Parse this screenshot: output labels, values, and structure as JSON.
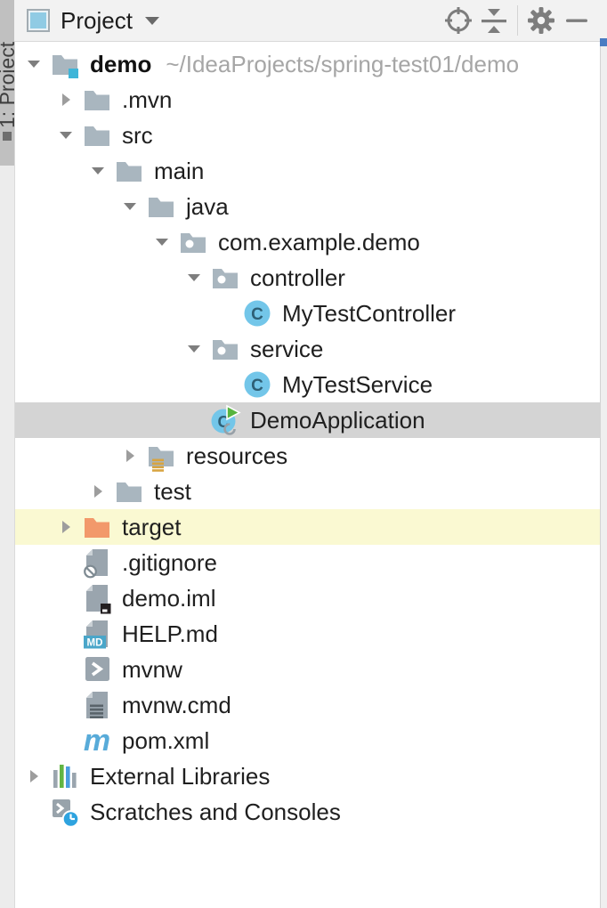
{
  "stripe": {
    "tab_label": "1: Project"
  },
  "toolbar": {
    "title": "Project",
    "window_icon": "tool-window-icon",
    "dropdown_icon": "chevron-down-icon",
    "buttons": [
      {
        "icon": "locate-icon"
      },
      {
        "icon": "collapse-all-icon"
      },
      {
        "icon": "settings-gear-icon"
      },
      {
        "icon": "hide-icon"
      }
    ]
  },
  "colors": {
    "selected_row": "#D4D4D4",
    "target_row_highlight": "#FAF9D2",
    "folder": "#A9B6BF",
    "excluded_folder_orange": "#F2996B",
    "class_circle_blue": "#73C6E9",
    "maven_blue": "#58ABD9",
    "run_arrow_green": "#57B43F",
    "project_badge_cyan": "#3FB5D8",
    "divider_notch_blue": "#4A7CC2"
  },
  "tree": {
    "rows": [
      {
        "label": "demo",
        "suffix": "~/IdeaProjects/spring-test01/demo",
        "bold": true,
        "level": 0,
        "arrow": "expanded",
        "icon": "project-folder-icon"
      },
      {
        "label": ".mvn",
        "level": 1,
        "arrow": "collapsed",
        "icon": "folder-icon"
      },
      {
        "label": "src",
        "level": 1,
        "arrow": "expanded",
        "icon": "folder-icon"
      },
      {
        "label": "main",
        "level": 2,
        "arrow": "expanded",
        "icon": "folder-icon"
      },
      {
        "label": "java",
        "level": 3,
        "arrow": "expanded",
        "icon": "folder-icon"
      },
      {
        "label": "com.example.demo",
        "level": 4,
        "arrow": "expanded",
        "icon": "package-folder-icon"
      },
      {
        "label": "controller",
        "level": 5,
        "arrow": "expanded",
        "icon": "package-folder-icon"
      },
      {
        "label": "MyTestController",
        "level": 6,
        "arrow": "none",
        "icon": "class-icon"
      },
      {
        "label": "service",
        "level": 5,
        "arrow": "expanded",
        "icon": "package-folder-icon"
      },
      {
        "label": "MyTestService",
        "level": 6,
        "arrow": "none",
        "icon": "class-icon"
      },
      {
        "label": "DemoApplication",
        "level": 5,
        "arrow": "none",
        "icon": "main-class-run-icon",
        "highlight": "selected"
      },
      {
        "label": "resources",
        "level": 3,
        "arrow": "collapsed",
        "icon": "resources-folder-icon"
      },
      {
        "label": "test",
        "level": 2,
        "arrow": "collapsed",
        "icon": "folder-icon"
      },
      {
        "label": "target",
        "level": 1,
        "arrow": "collapsed",
        "icon": "excluded-folder-icon",
        "highlight": "target"
      },
      {
        "label": ".gitignore",
        "level": 1,
        "arrow": "none",
        "icon": "ignored-file-icon"
      },
      {
        "label": "demo.iml",
        "level": 1,
        "arrow": "none",
        "icon": "module-file-icon"
      },
      {
        "label": "HELP.md",
        "level": 1,
        "arrow": "none",
        "icon": "markdown-file-icon"
      },
      {
        "label": "mvnw",
        "level": 1,
        "arrow": "none",
        "icon": "shell-script-file-icon"
      },
      {
        "label": "mvnw.cmd",
        "level": 1,
        "arrow": "none",
        "icon": "text-file-icon"
      },
      {
        "label": "pom.xml",
        "level": 1,
        "arrow": "none",
        "icon": "maven-file-icon"
      },
      {
        "label": "External Libraries",
        "level": 0,
        "arrow": "collapsed",
        "icon": "libraries-icon"
      },
      {
        "label": "Scratches and Consoles",
        "level": 0,
        "arrow": "none",
        "icon": "scratches-consoles-icon"
      }
    ]
  }
}
